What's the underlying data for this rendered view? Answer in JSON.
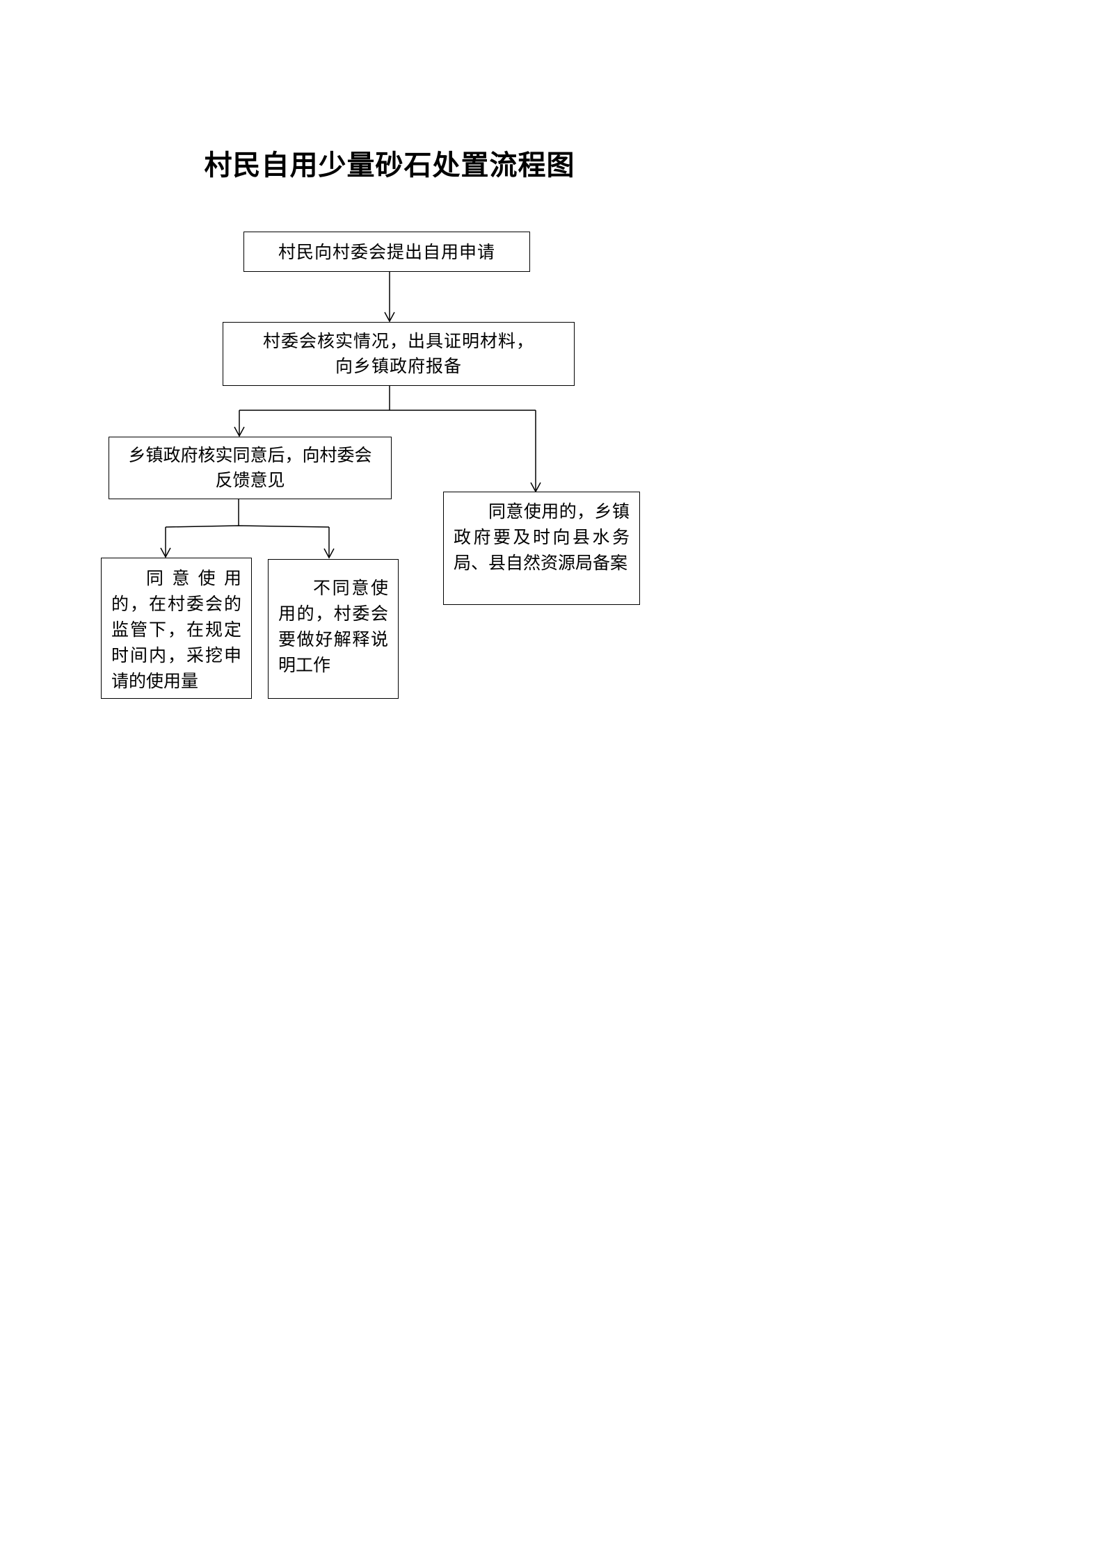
{
  "title": "村民自用少量砂石处置流程图",
  "nodes": {
    "apply": {
      "text": "村民向村委会提出自用申请"
    },
    "verify": {
      "lines": [
        "村委会核实情况，出具证明材料，",
        "向乡镇政府报备"
      ]
    },
    "feedback": {
      "lines": [
        "乡镇政府核实同意后，向村委会",
        "反馈意见"
      ]
    },
    "agree_use": {
      "text": "同意使用的，在村委会的监管下，在规定时间内，采挖申请的使用量"
    },
    "disagree": {
      "text": "不同意使用的，村委会要做好解释说明工作"
    },
    "file_record": {
      "text": "同意使用的，乡镇政府要及时向县水务局、县自然资源局备案"
    }
  }
}
